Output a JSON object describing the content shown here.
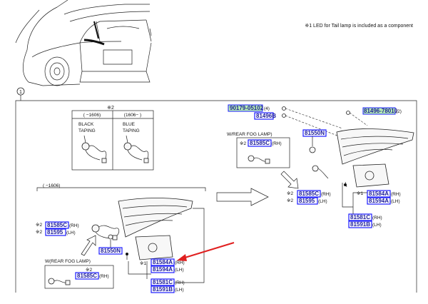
{
  "note": "※1 LED for Tail lamp is included as a component",
  "callout": "1",
  "chart_data": {
    "type": "table",
    "title": "",
    "taping_table": {
      "ref": "※2",
      "col1_head": "( −1606)",
      "col2_head": "(1606− )",
      "col1_label_1": "BLACK",
      "col1_label_2": "TAPING",
      "col2_label_1": "BLUE",
      "col2_label_2": "TAPING"
    },
    "right_group": {
      "screw_1": "90179-05102",
      "screw_1_qty": "(4)",
      "screw_2": "81496-78010",
      "screw_2_qty": "(2)",
      "clip": "81496B",
      "fog_title": "W/REAR FOG LAMP)",
      "fog_ref": "※2",
      "fog_part": "81585C",
      "fog_side": "(RH)",
      "gasket": "81550N",
      "s2a": "※2",
      "s2b": "※2",
      "p81585C": "81585C",
      "p81595": "81595",
      "rh": "(RH)",
      "lh": "(LH)",
      "s1": "※1",
      "p81584A": "81584A",
      "p81594A": "81594A",
      "p81581C": "81581C",
      "p81591B": "81591B"
    },
    "left_group": {
      "range": "( −1606)",
      "s2a": "※2",
      "s2b": "※2",
      "p81585C": "81585C",
      "p81595": "81595",
      "rh": "(RH)",
      "lh": "(LH)",
      "gasket": "81550N",
      "fog_title": "W(REAR FOG LAMP)",
      "fog_ref": "※2",
      "fog_part": "81585C",
      "fog_side": "(RH)",
      "s1": "※1",
      "p81584A": "81584A",
      "p81594A": "81594A",
      "p81581C": "81581C",
      "p81591B": "81591B"
    }
  },
  "colors": {
    "highlight_box": "#1a1aff",
    "screw_box": "#b8f0b0",
    "arrow": "#e02020"
  },
  "icons": [
    "car-rear-view",
    "tail-lamp",
    "bulb-socket",
    "wire-harness",
    "red-pointer-arrow",
    "flow-arrow"
  ]
}
